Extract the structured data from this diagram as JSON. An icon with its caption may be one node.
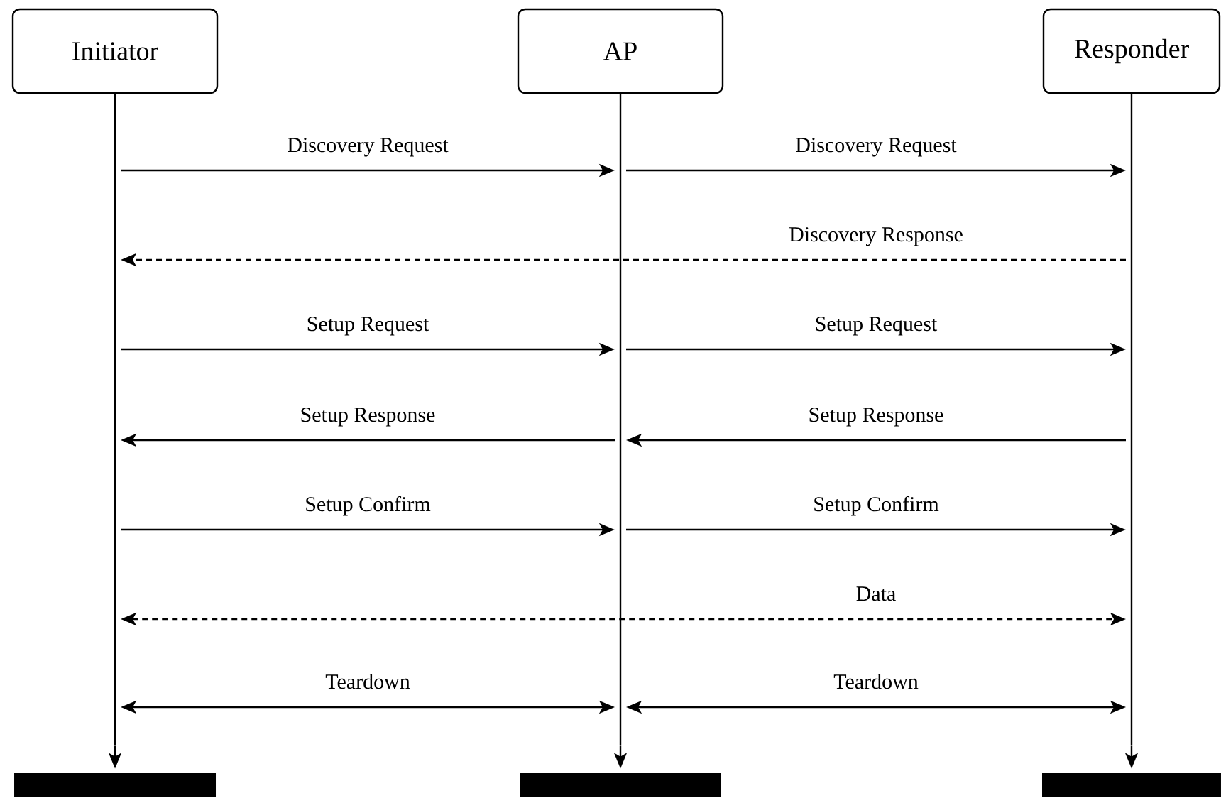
{
  "diagram": {
    "nodes": [
      {
        "text": [
          "Initiator"
        ]
      },
      {
        "text": [
          "AP"
        ]
      },
      {
        "text": [
          "Responder"
        ]
      },
      {
        "text": [],
        "shape": "line"
      },
      {
        "text": [],
        "shape": "line"
      },
      {
        "text": [],
        "shape": "line"
      },
      {
        "text": [],
        "shape": "bar"
      },
      {
        "text": [],
        "shape": "bar"
      },
      {
        "text": [],
        "shape": "bar"
      }
    ],
    "edges": [
      {
        "from": 3,
        "to": 4,
        "arrow": "to",
        "label": "Discovery Request"
      },
      {
        "from": 4,
        "to": 5,
        "arrow": "to",
        "label": "Discovery Request"
      },
      {
        "from": 5,
        "to": 3,
        "arrow": "to",
        "label": "Discovery Response",
        "style": "dashed"
      },
      {
        "from": 3,
        "to": 4,
        "arrow": "to",
        "label": "Setup Request"
      },
      {
        "from": 4,
        "to": 5,
        "arrow": "to",
        "label": "Setup Request"
      },
      {
        "from": 4,
        "to": 3,
        "arrow": "to",
        "label": "Setup Response"
      },
      {
        "from": 5,
        "to": 4,
        "arrow": "to",
        "label": "Setup Response"
      },
      {
        "from": 3,
        "to": 4,
        "arrow": "to",
        "label": "Setup Confirm"
      },
      {
        "from": 4,
        "to": 5,
        "arrow": "to",
        "label": "Setup Confirm"
      },
      {
        "from": 3,
        "to": 5,
        "arrow": "both",
        "label": "Data",
        "style": "dashed"
      },
      {
        "from": 3,
        "to": 4,
        "arrow": "both",
        "label": "Teardown"
      },
      {
        "from": 4,
        "to": 5,
        "arrow": "both",
        "label": "Teardown"
      },
      {
        "from": 0,
        "to": 3,
        "arrow": "none"
      },
      {
        "from": 1,
        "to": 4,
        "arrow": "none"
      },
      {
        "from": 2,
        "to": 5,
        "arrow": "none"
      },
      {
        "from": 3,
        "to": 6,
        "arrow": "to"
      },
      {
        "from": 4,
        "to": 7,
        "arrow": "to"
      },
      {
        "from": 5,
        "to": 8,
        "arrow": "to"
      }
    ]
  }
}
